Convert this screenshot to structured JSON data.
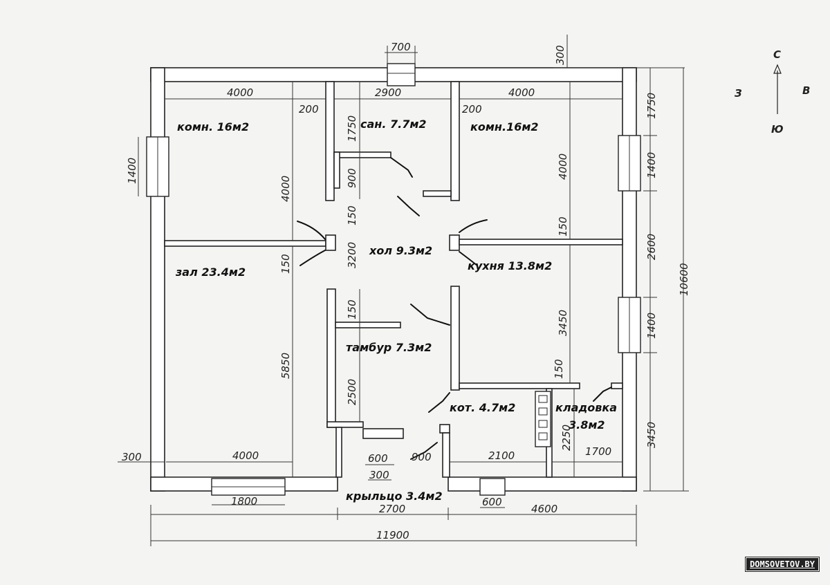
{
  "compass": {
    "north": "С",
    "south": "Ю",
    "west": "З",
    "east": "В"
  },
  "rooms": {
    "room_nw": "комн. 16м2",
    "bathroom": "сан. 7.7м2",
    "room_ne": "комн.16м2",
    "hall": "хол 9.3м2",
    "kitchen": "кухня 13.8м2",
    "living": "зал 23.4м2",
    "vestibule": "тамбур 7.3м2",
    "boiler": "кот. 4.7м2",
    "pantry_line1": "кладовка",
    "pantry_line2": "3.8м2",
    "porch": "крыльцо 3.4м2"
  },
  "dimensions": {
    "top_window": "700",
    "top_wall": "300",
    "room_nw_width": "4000",
    "bath_width": "2900",
    "room_ne_width": "4000",
    "partition_left": "200",
    "partition_right": "200",
    "bath_depth": "1750",
    "bath_inner": "900",
    "room_nw_depth": "4000",
    "room_ne_depth": "4000",
    "partition_150_a": "150",
    "partition_150_b": "150",
    "partition_150_c": "150",
    "partition_150_d": "150",
    "partition_150_e": "150",
    "hall_depth": "3200",
    "west_window": "1400",
    "living_depth": "5850",
    "kitchen_depth": "3450",
    "vestibule_depth": "2500",
    "boiler_inner": "2250",
    "east_1750": "1750",
    "east_1400_a": "1400",
    "east_2600": "2600",
    "east_1400_b": "1400",
    "east_3450": "3450",
    "total_height": "10600",
    "wall_300": "300",
    "living_width": "4000",
    "door_600_a": "600",
    "step_300": "300",
    "door_900": "900",
    "boiler_width": "2100",
    "pantry_width": "1700",
    "south_window": "1800",
    "porch_width": "2700",
    "east_part": "4600",
    "door_600_b": "600",
    "total_width": "11900"
  },
  "watermark": "DOMSOVETOV.BY",
  "colors": {
    "ink": "#222222",
    "paper": "#f4f4f2",
    "wall": "#ffffff"
  }
}
